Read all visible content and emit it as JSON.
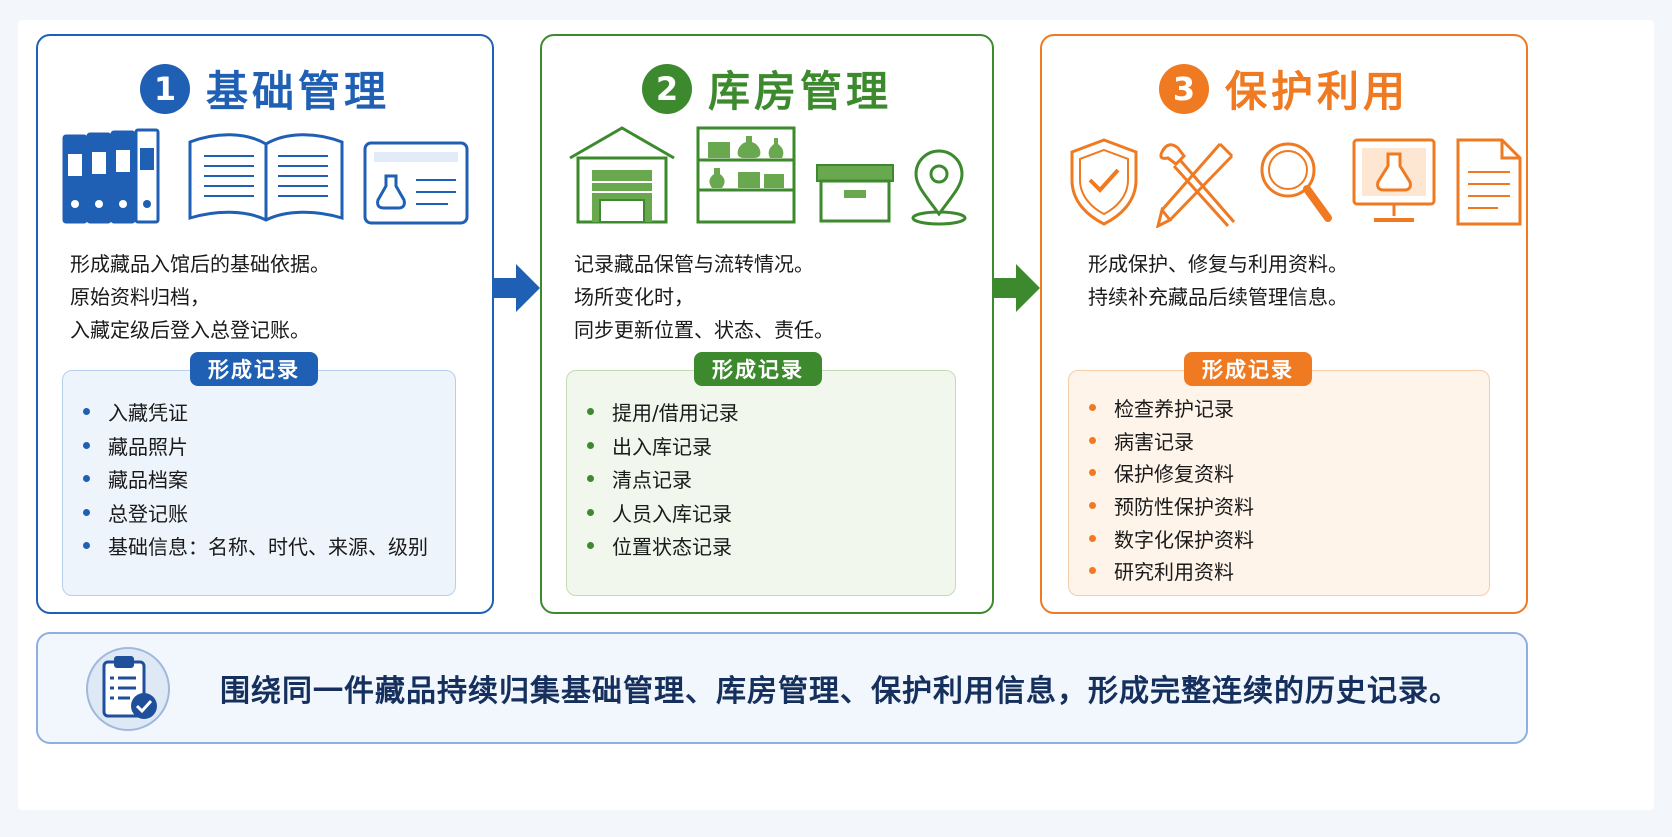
{
  "colors": {
    "blue": "#1f5fb4",
    "green": "#3d8a2e",
    "orange": "#ef7a22",
    "summary_text": "#16305e"
  },
  "stages": [
    {
      "number": "1",
      "title": "基础管理",
      "icons": [
        "binders-icon",
        "open-book-icon",
        "artifact-card-icon"
      ],
      "description": [
        "形成藏品入馆后的基础依据。",
        "原始资料归档，",
        "入藏定级后登入总登记账。"
      ],
      "records_label": "形成记录",
      "records": [
        "入藏凭证",
        "藏品照片",
        "藏品档案",
        "总登记账",
        "基础信息：名称、时代、来源、级别"
      ]
    },
    {
      "number": "2",
      "title": "库房管理",
      "icons": [
        "warehouse-icon",
        "storage-shelf-icon",
        "storage-box-icon",
        "location-pin-icon"
      ],
      "description": [
        "记录藏品保管与流转情况。",
        "场所变化时，",
        "同步更新位置、状态、责任。"
      ],
      "records_label": "形成记录",
      "records": [
        "提用/借用记录",
        "出入库记录",
        "清点记录",
        "人员入库记录",
        "位置状态记录"
      ]
    },
    {
      "number": "3",
      "title": "保护利用",
      "icons": [
        "shield-check-icon",
        "brush-tools-icon",
        "magnifier-icon",
        "monitor-artifact-icon",
        "document-icon"
      ],
      "description": [
        "形成保护、修复与利用资料。",
        "持续补充藏品后续管理信息。"
      ],
      "records_label": "形成记录",
      "records": [
        "检查养护记录",
        "病害记录",
        "保护修复资料",
        "预防性保护资料",
        "数字化保护资料",
        "研究利用资料"
      ]
    }
  ],
  "summary": {
    "icon": "clipboard-check-icon",
    "text": "围绕同一件藏品持续归集基础管理、库房管理、保护利用信息，形成完整连续的历史记录。"
  }
}
